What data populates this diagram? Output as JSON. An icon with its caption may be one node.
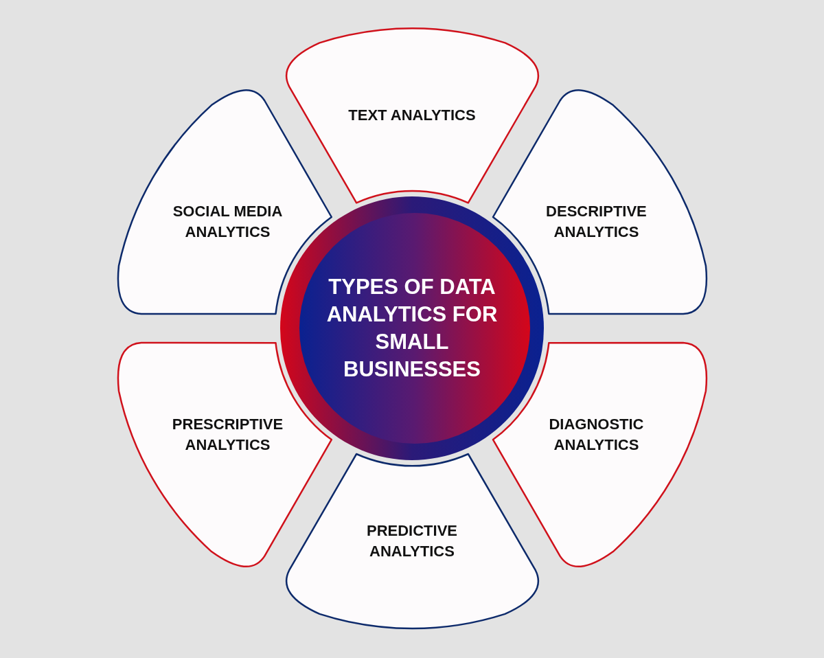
{
  "diagram": {
    "nodes": [
      {
        "text": [
          "TYPES OF DATA ANALYTICS FOR SMALL BUSINESSES"
        ]
      },
      {
        "text": [
          "TEXT ANALYTICS"
        ]
      },
      {
        "text": [
          "DESCRIPTIVE ANALYTICS"
        ]
      },
      {
        "text": [
          "DIAGNOSTIC ANALYTICS"
        ]
      },
      {
        "text": [
          "PREDICTIVE ANALYTICS"
        ]
      },
      {
        "text": [
          "PRESCRIPTIVE ANALYTICS"
        ]
      },
      {
        "text": [
          "SOCIAL MEDIA ANALYTICS"
        ]
      }
    ],
    "edges": []
  }
}
